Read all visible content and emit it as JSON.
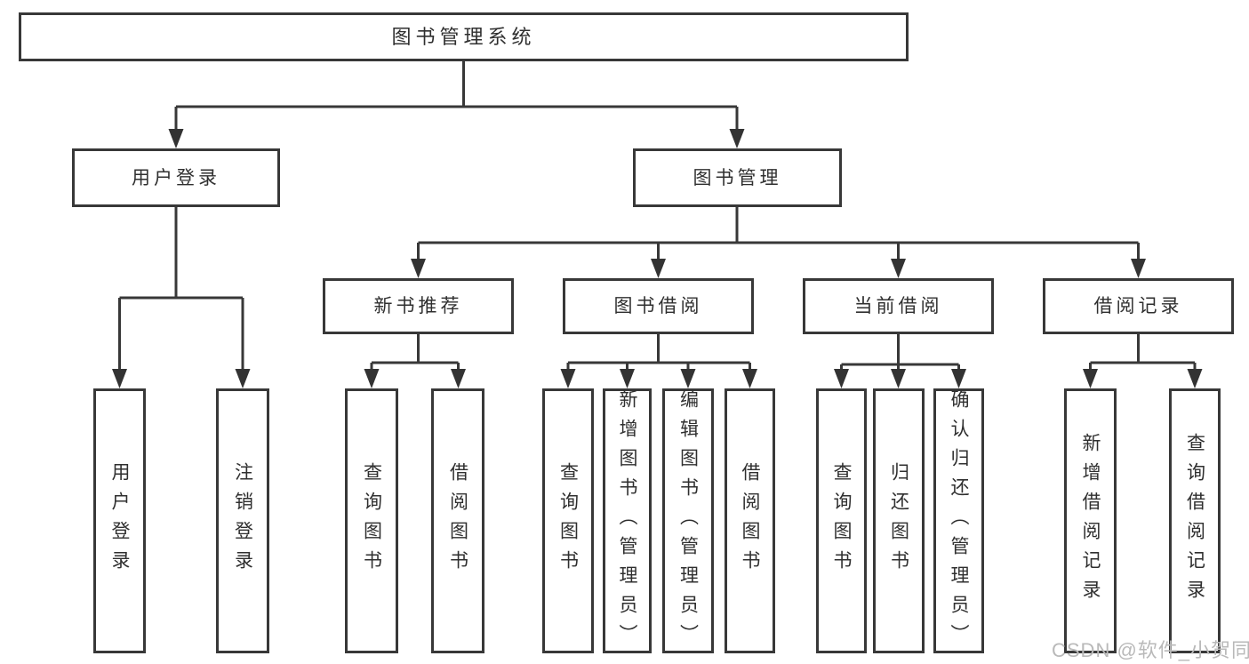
{
  "colors": {
    "line": "#383838",
    "box_border": "#383838",
    "text": "#2f2f2f",
    "watermark": "#b9b9b9",
    "background": "#ffffff"
  },
  "watermark": "CSDN @软件_小贺同学",
  "tree": {
    "root": "图书管理系统",
    "branches": [
      {
        "label": "用户登录",
        "children": [
          "用户登录",
          "注销登录"
        ]
      },
      {
        "label": "图书管理",
        "groups": [
          {
            "label": "新书推荐",
            "children": [
              "查询图书",
              "借阅图书"
            ]
          },
          {
            "label": "图书借阅",
            "children": [
              "查询图书",
              "新增图书（管理员）",
              "编辑图书（管理员）",
              "借阅图书"
            ]
          },
          {
            "label": "当前借阅",
            "children": [
              "查询图书",
              "归还图书",
              "确认归还（管理员）"
            ]
          },
          {
            "label": "借阅记录",
            "children": [
              "新增借阅记录",
              "查询借阅记录"
            ]
          }
        ]
      }
    ]
  }
}
